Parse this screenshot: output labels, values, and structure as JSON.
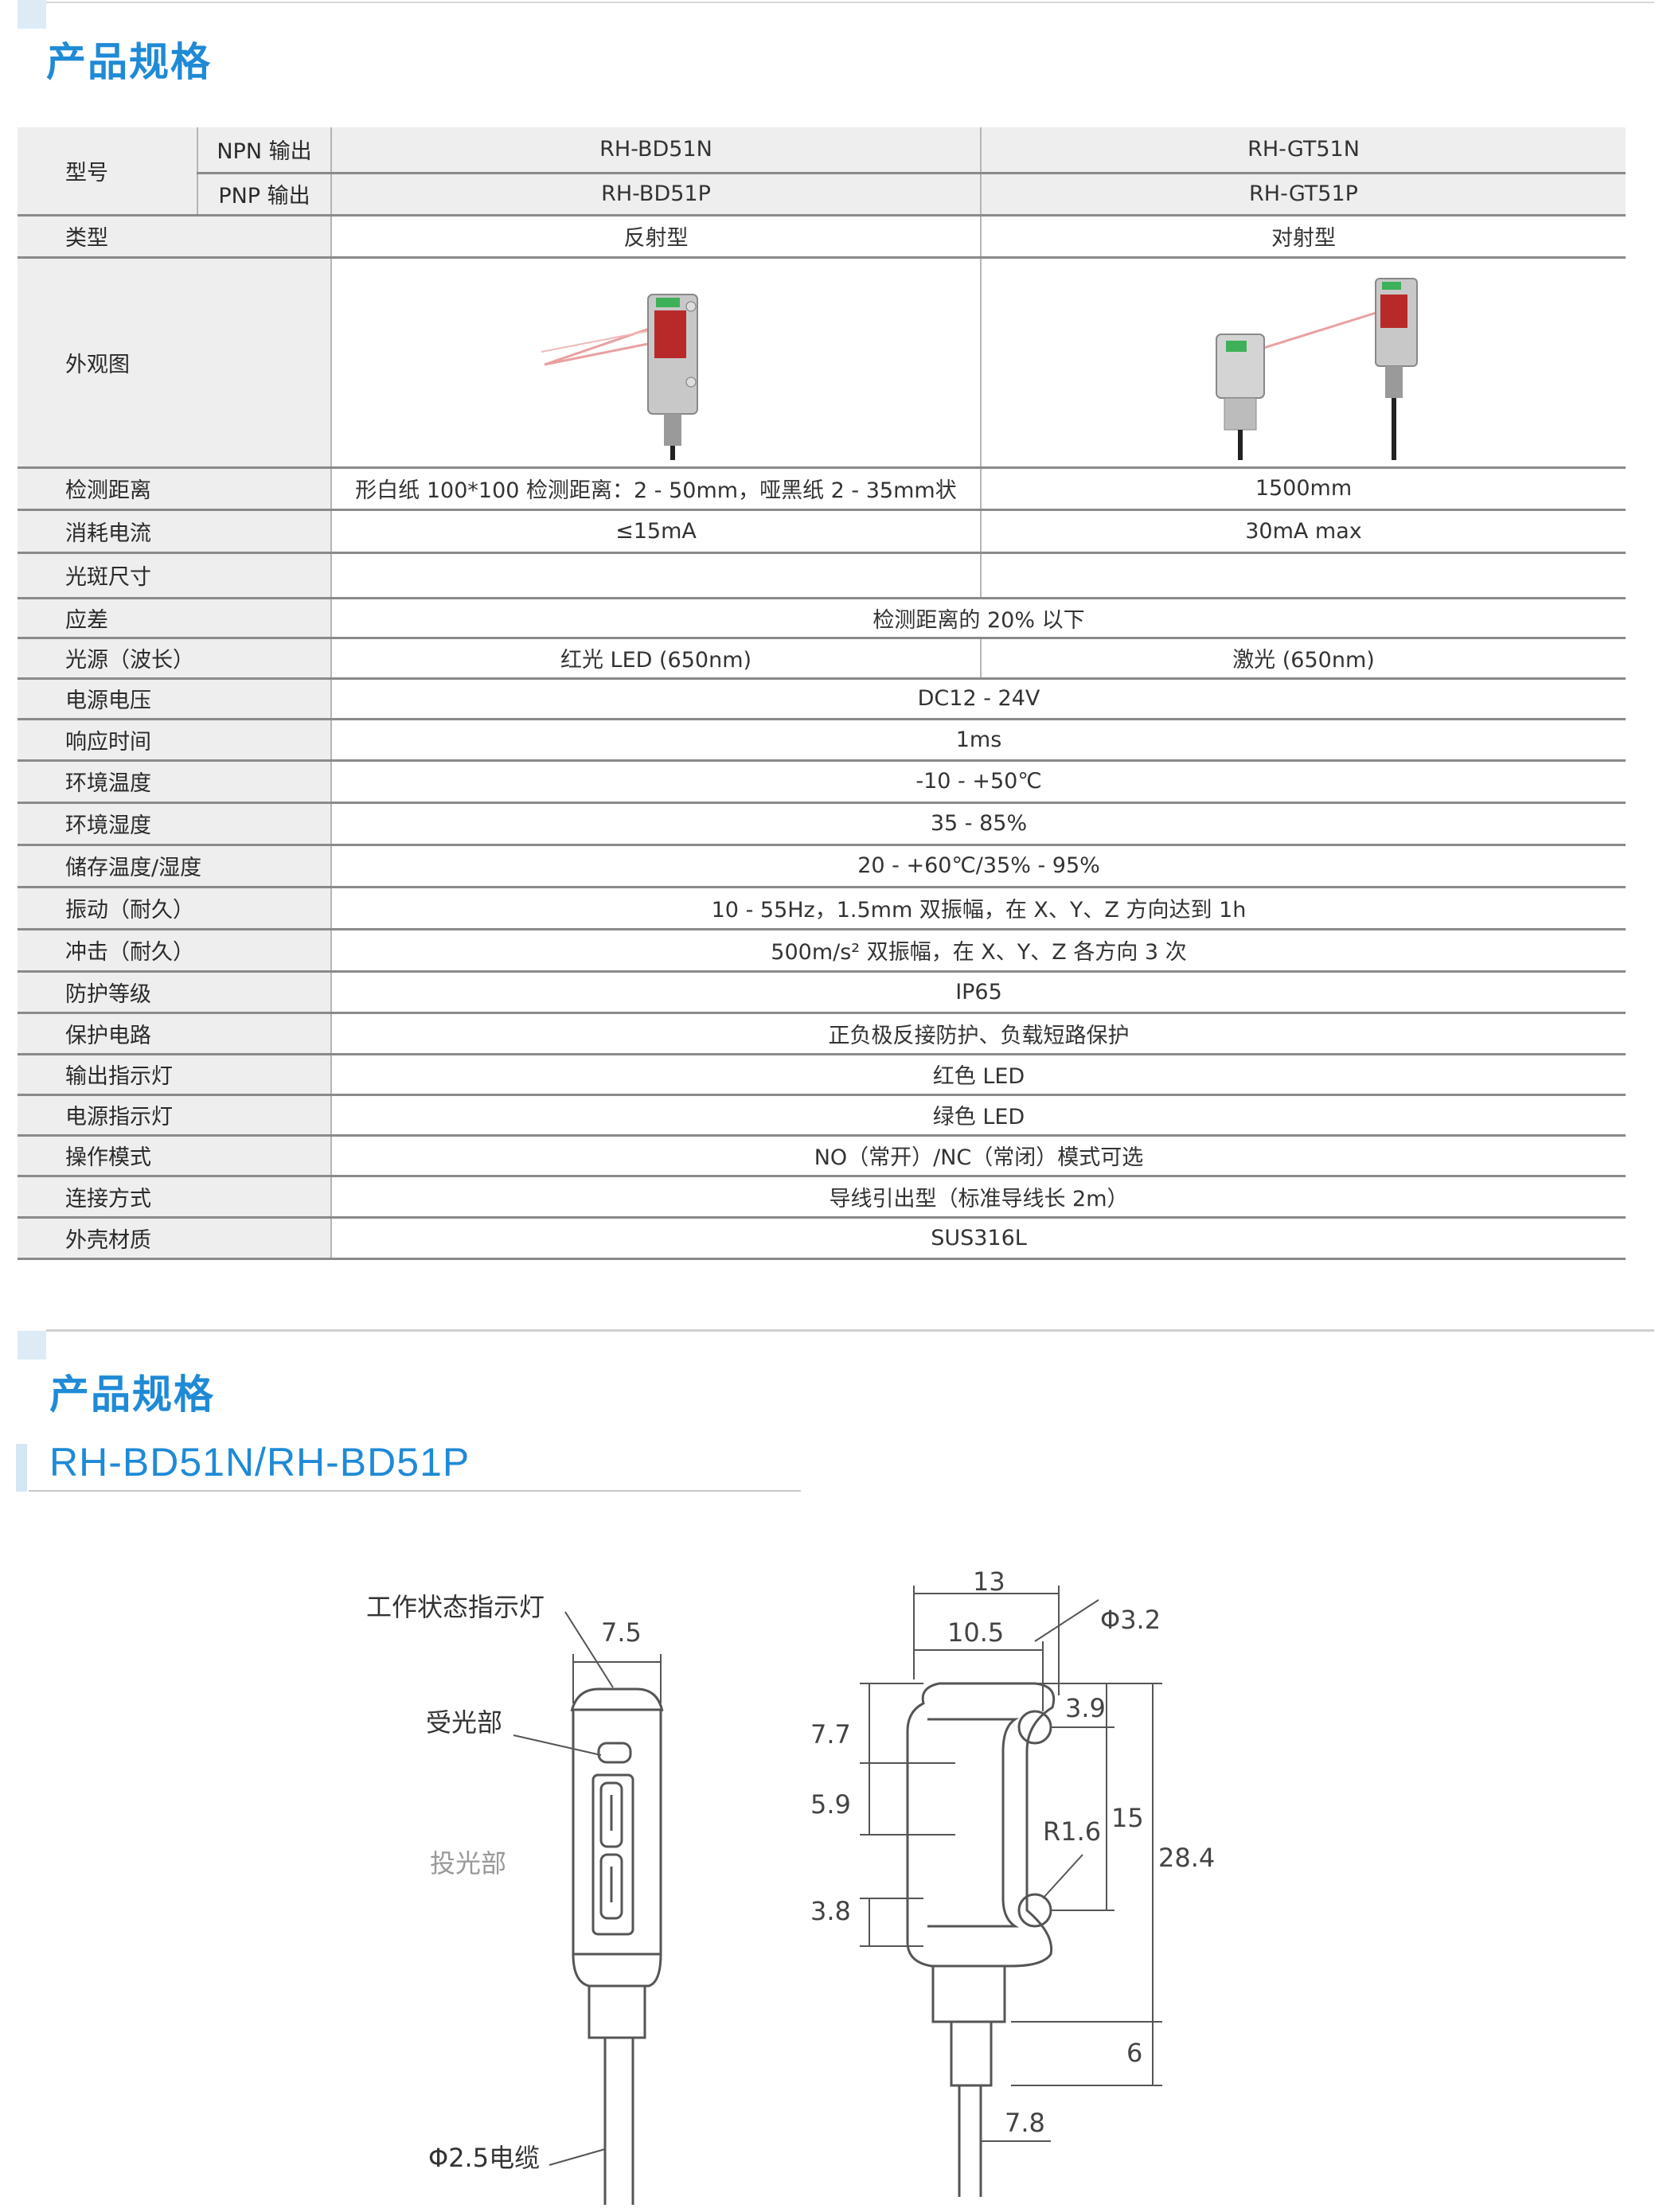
{
  "section1": {
    "title": "产品规格"
  },
  "section2": {
    "title": "产品规格",
    "subtitle": "RH-BD51N/RH-BD51P"
  },
  "spec_table": {
    "model_label": "型号",
    "npn_label": "NPN 输出",
    "pnp_label": "PNP 输出",
    "npn_bd": "RH-BD51N",
    "npn_gt": "RH-GT51N",
    "pnp_bd": "RH-BD51P",
    "pnp_gt": "RH-GT51P",
    "rows": [
      {
        "label": "类型",
        "bd": "反射型",
        "gt": "对射型"
      },
      {
        "label": "外观图"
      },
      {
        "label": "检测距离",
        "bd": "形白纸 100*100 检测距离：2 - 50mm，哑黑纸 2 - 35mm状",
        "gt": "1500mm"
      },
      {
        "label": "消耗电流",
        "bd": "≤15mA",
        "gt": "30mA max"
      },
      {
        "label": "光斑尺寸",
        "bd": "",
        "gt": ""
      },
      {
        "label": "应差",
        "both": "检测距离的 20% 以下"
      },
      {
        "label": "光源（波长）",
        "bd": "红光 LED (650nm)",
        "gt": "激光 (650nm)"
      },
      {
        "label": "电源电压",
        "both": "DC12 - 24V"
      },
      {
        "label": "响应时间",
        "both": "1ms"
      },
      {
        "label": "环境温度",
        "both": "-10 - +50℃"
      },
      {
        "label": "环境湿度",
        "both": "35 - 85%"
      },
      {
        "label": "储存温度/湿度",
        "both": "20 - +60℃/35% - 95%"
      },
      {
        "label": "振动（耐久）",
        "both": "10 - 55Hz，1.5mm 双振幅，在 X、Y、Z 方向达到 1h"
      },
      {
        "label": "冲击（耐久）",
        "both": "500m/s² 双振幅，在 X、Y、Z 各方向 3 次"
      },
      {
        "label": "防护等级",
        "both": "IP65"
      },
      {
        "label": "保护电路",
        "both": "正负极反接防护、负载短路保护"
      },
      {
        "label": "输出指示灯",
        "both": "红色 LED"
      },
      {
        "label": "电源指示灯",
        "both": "绿色 LED"
      },
      {
        "label": "操作模式",
        "both": "NO（常开）/NC（常闭）模式可选"
      },
      {
        "label": "连接方式",
        "both": "导线引出型（标准导线长 2m）"
      },
      {
        "label": "外壳材质",
        "both": "SUS316L"
      }
    ]
  },
  "drawing": {
    "labels": {
      "indicator": "工作状态指示灯",
      "receiver": "受光部",
      "emitter": "投光部",
      "cable": "Φ2.5电缆"
    },
    "dims": {
      "front_width": "7.5",
      "overall_width": "13",
      "inner_width": "10.5",
      "hole_dia": "Φ3.2",
      "hole_offset": "3.9",
      "d77": "7.7",
      "d59": "5.9",
      "d38": "3.8",
      "radius": "R1.6",
      "pitch": "15",
      "height": "28.4",
      "tail": "6",
      "cable_pos": "7.8"
    }
  },
  "colors": {
    "accent": "#1f8ad6",
    "label_bg": "#eeeeee",
    "rule": "#8a8a8a"
  }
}
